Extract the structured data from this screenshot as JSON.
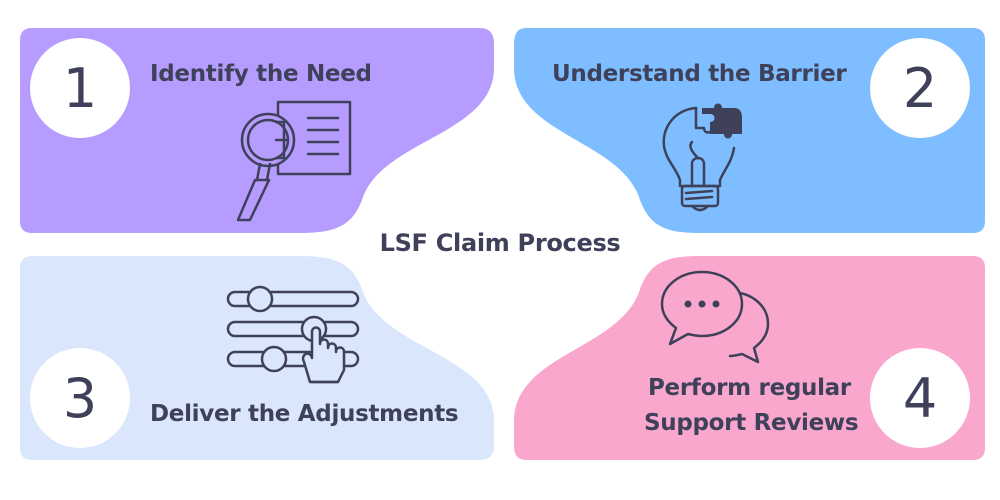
{
  "title": "LSF Claim Process",
  "steps": [
    {
      "number": "1",
      "label": "Identify the Need",
      "color": "#b79cff",
      "icon": "magnifier-document-icon"
    },
    {
      "number": "2",
      "label": "Understand the Barrier",
      "color": "#7ebdff",
      "icon": "lightbulb-puzzle-icon"
    },
    {
      "number": "3",
      "label": "Deliver the Adjustments",
      "color": "#d9e6fb",
      "icon": "sliders-hand-icon"
    },
    {
      "number": "4",
      "label_line1": "Perform regular",
      "label_line2": "Support Reviews",
      "color": "#faa7cd",
      "icon": "chat-bubbles-icon"
    }
  ],
  "colors": {
    "text": "#3e4159",
    "background": "#ffffff"
  }
}
